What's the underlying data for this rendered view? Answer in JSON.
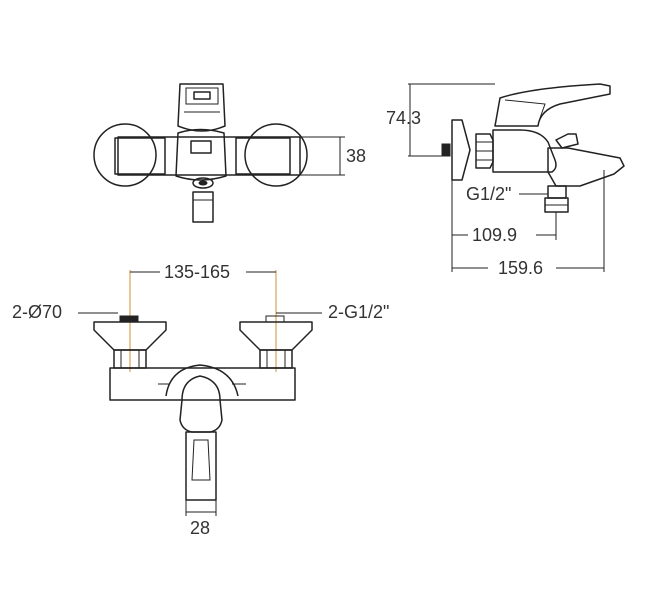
{
  "drawing": {
    "top_view": {
      "depth_label": "38"
    },
    "side_view": {
      "height_label": "74.3",
      "inlet_thread_label": "G1/2\"",
      "spout_reach_label": "109.9",
      "overall_depth_label": "159.6"
    },
    "front_view": {
      "centers_label": "135-165",
      "flange_label": "2-Ø70",
      "connection_label": "2-G1/2\"",
      "outlet_width_label": "28"
    }
  }
}
